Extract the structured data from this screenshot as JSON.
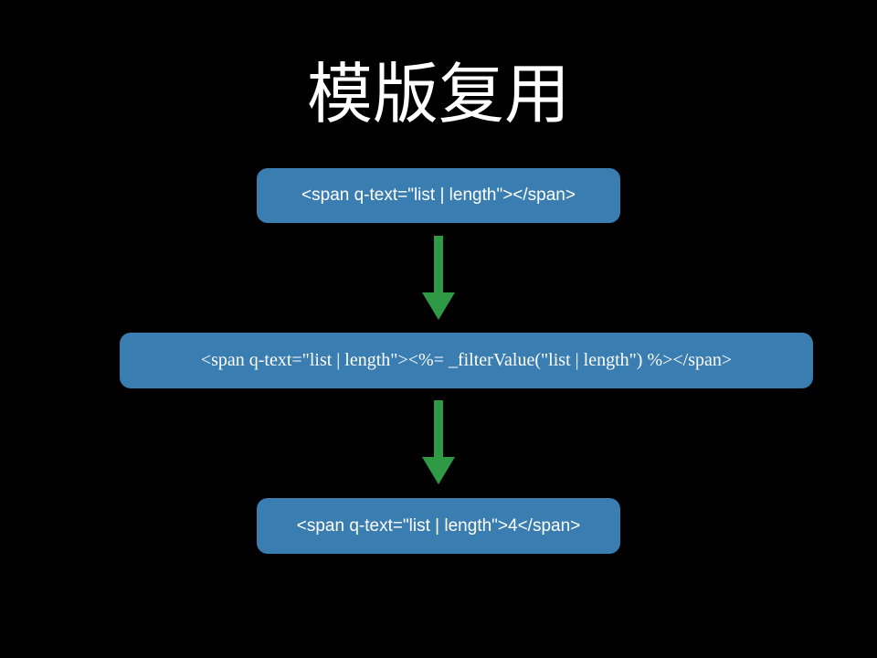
{
  "title": "模版复用",
  "steps": [
    {
      "code": "<span q-text=\"list | length\"></span>"
    },
    {
      "code": "<span q-text=\"list | length\"><%= _filterValue(\"list | length\") %></span>"
    },
    {
      "code": "<span q-text=\"list | length\">4</span>"
    }
  ],
  "colors": {
    "box": "#3a7db0",
    "arrow": "#2e9a45",
    "background": "#000000"
  }
}
